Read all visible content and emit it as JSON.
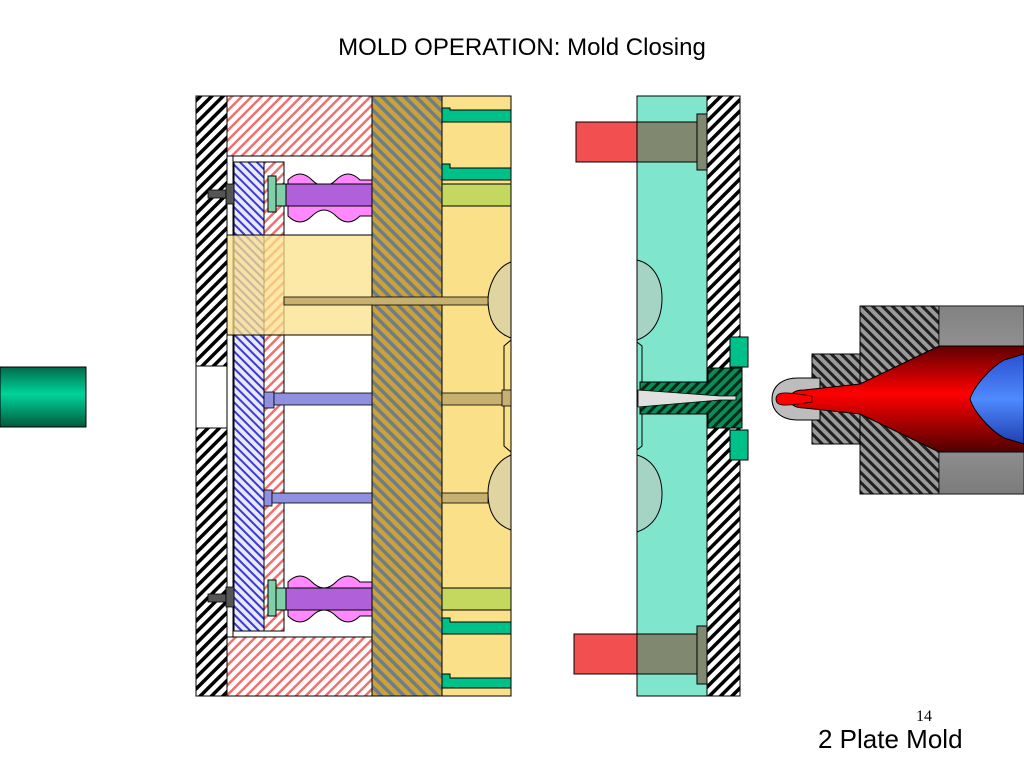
{
  "slide": {
    "title": "MOLD OPERATION: Mold Closing",
    "subtitle": "2 Plate Mold",
    "page_number": "14"
  },
  "colors": {
    "clamp_plate_hatch": "#000000",
    "support_plate": "#f07070",
    "ejector_plate": "#4a4acc",
    "core_plate": "#8a7a2a",
    "cavity_yellow": "#fbe08a",
    "stationary_plate": "#7fe5cc",
    "guide_pin": "#f25050",
    "nozzle_red": "#ff0000",
    "screw_blue": "#3a6bff",
    "ram": "#00a07a"
  }
}
